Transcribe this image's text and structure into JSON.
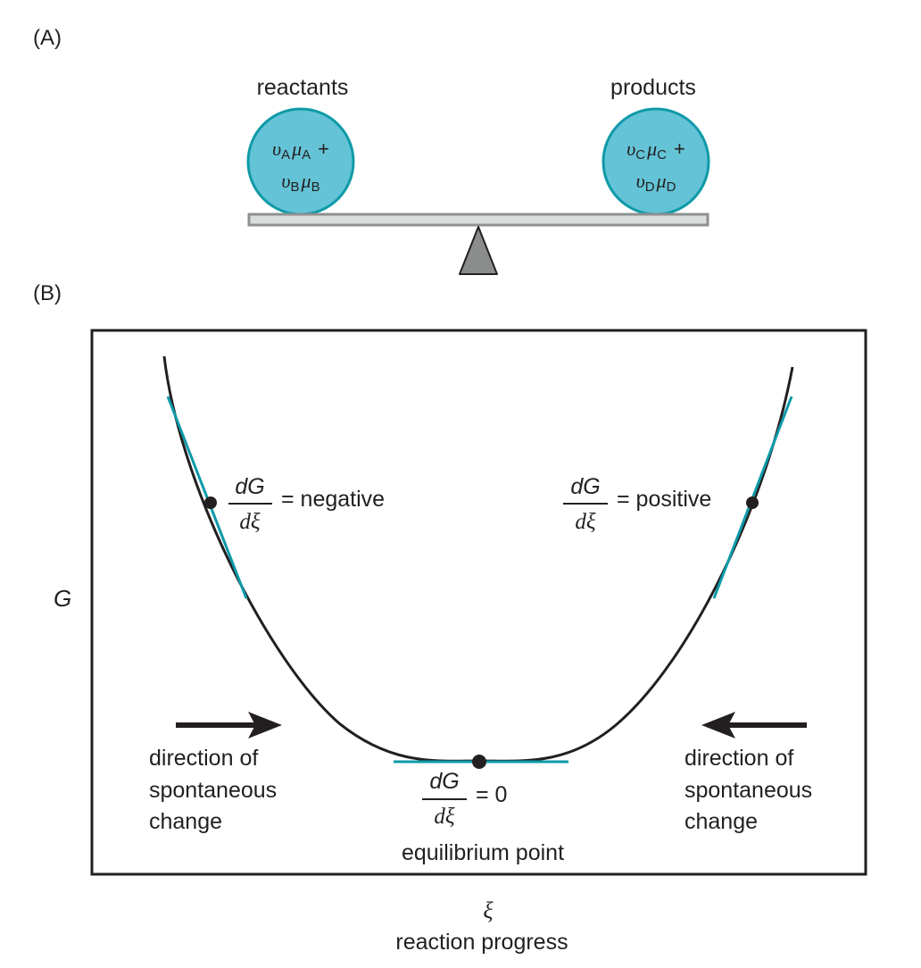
{
  "panel_a": {
    "label": "(A)",
    "reactants": {
      "title": "reactants",
      "line1": {
        "nu": "υ",
        "sub1": "A",
        "mu": "μ",
        "sub2": "A",
        "tail": "+"
      },
      "line2": {
        "nu": "υ",
        "sub1": "B",
        "mu": "μ",
        "sub2": "B"
      }
    },
    "products": {
      "title": "products",
      "line1": {
        "nu": "υ",
        "sub1": "C",
        "mu": "μ",
        "sub2": "C",
        "tail": "+"
      },
      "line2": {
        "nu": "υ",
        "sub1": "D",
        "mu": "μ",
        "sub2": "D"
      }
    }
  },
  "panel_b": {
    "label": "(B)",
    "y_axis_label": "G",
    "x_axis_symbol": "ξ",
    "x_axis_label": "reaction progress",
    "derivative": {
      "numerator": "dG",
      "denominator": "dξ"
    },
    "left_point": {
      "value": "= negative"
    },
    "right_point": {
      "value": "= positive"
    },
    "min_point": {
      "value": "= 0",
      "caption": "equilibrium point"
    },
    "left_arrow_caption": [
      "direction of",
      "spontaneous",
      "change"
    ],
    "right_arrow_caption": [
      "direction of",
      "spontaneous",
      "change"
    ]
  },
  "colors": {
    "teal": "#0f9aa8",
    "sphere_fill": "#64c3d6",
    "beam_fill": "#dcdedd",
    "beam_stroke": "#8e9190",
    "fulcrum": "#8b8d8d",
    "ink": "#231f20"
  }
}
